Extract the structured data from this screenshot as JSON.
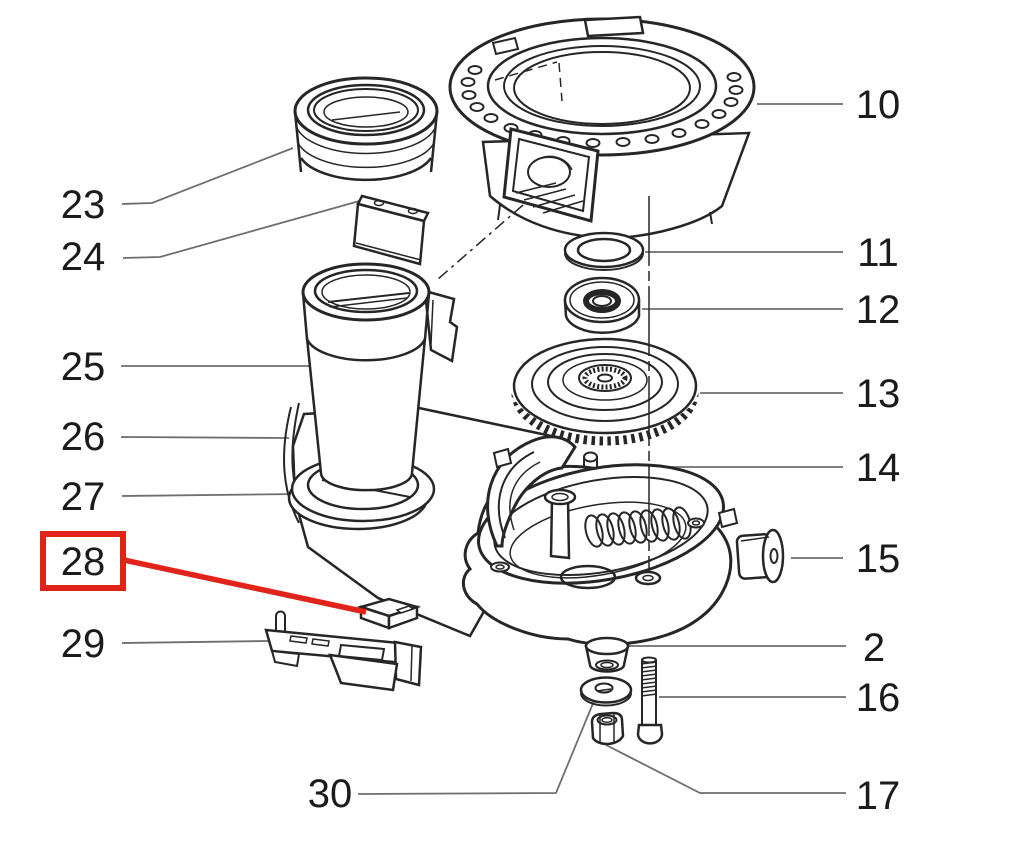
{
  "diagram": {
    "kind": "exploded-parts-diagram",
    "colors": {
      "background": "#ffffff",
      "line": "#262626",
      "leader": "#6e6e6e",
      "label": "#1b1b1b",
      "highlight": "#e2231a"
    },
    "labels": {
      "l10": "10",
      "l11": "11",
      "l12": "12",
      "l13": "13",
      "l14": "14",
      "l15": "15",
      "l2": "2",
      "l16": "16",
      "l17": "17",
      "l23": "23",
      "l24": "24",
      "l25": "25",
      "l26": "26",
      "l27": "27",
      "l28": "28",
      "l29": "29",
      "l30": "30"
    },
    "highlighted_callout": "28",
    "parts": [
      {
        "callout": "10",
        "icon": "bayonet-ring-flange-icon"
      },
      {
        "callout": "11",
        "icon": "sealing-ring-icon"
      },
      {
        "callout": "12",
        "icon": "ball-bearing-icon"
      },
      {
        "callout": "13",
        "icon": "gear-wheel-icon"
      },
      {
        "callout": "14",
        "icon": "pin-icon"
      },
      {
        "callout": "15",
        "icon": "end-cap-icon"
      },
      {
        "callout": "2",
        "icon": "bushing-icon"
      },
      {
        "callout": "16",
        "icon": "screw-icon"
      },
      {
        "callout": "17",
        "icon": "hex-nut-icon"
      },
      {
        "callout": "23",
        "icon": "oval-cap-icon"
      },
      {
        "callout": "24",
        "icon": "cover-plate-icon"
      },
      {
        "callout": "25",
        "icon": "feed-cylinder-icon"
      },
      {
        "callout": "26",
        "icon": "housing-rim-icon"
      },
      {
        "callout": "27",
        "icon": "oval-collar-icon"
      },
      {
        "callout": "28",
        "icon": "switch-block-icon",
        "highlighted": true
      },
      {
        "callout": "29",
        "icon": "mounting-bracket-icon"
      },
      {
        "callout": "30",
        "icon": "flat-washer-icon"
      }
    ]
  }
}
